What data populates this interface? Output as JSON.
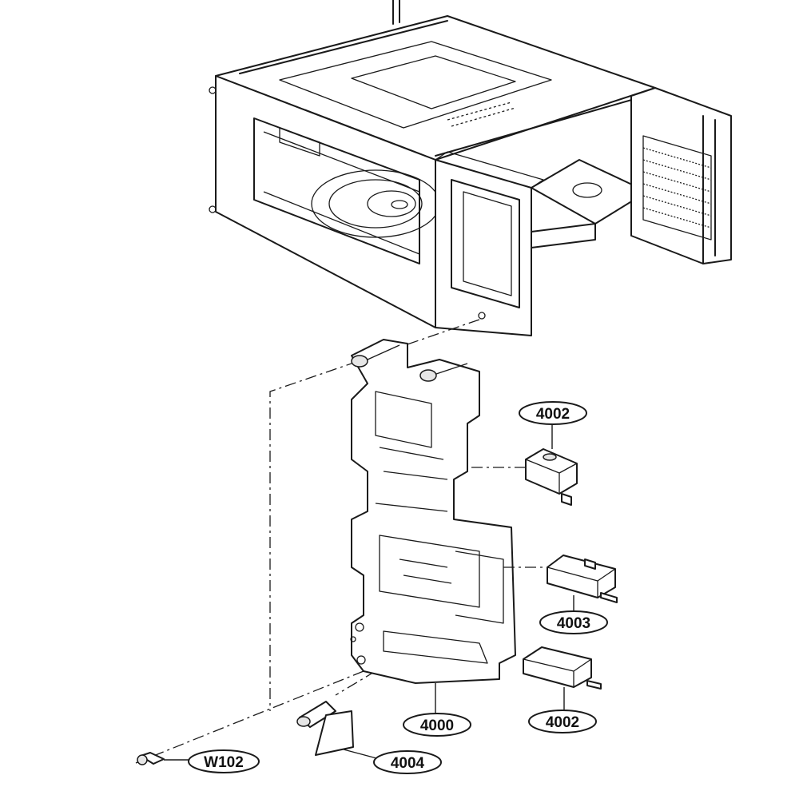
{
  "callouts": {
    "c4002_top": "4002",
    "c4003": "4003",
    "c4002_bottom": "4002",
    "c4000": "4000",
    "c4004": "4004",
    "cW102": "W102"
  }
}
